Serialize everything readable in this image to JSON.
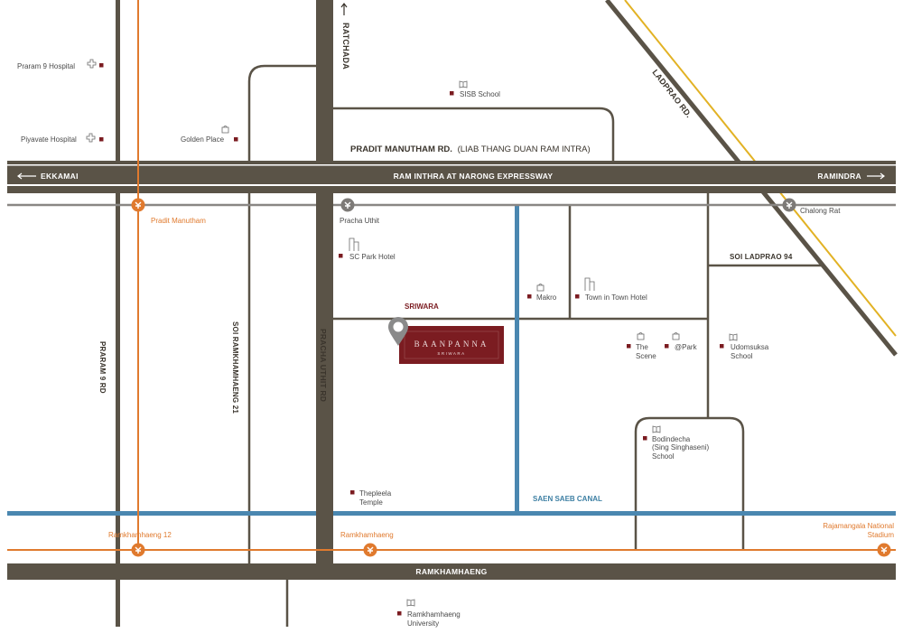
{
  "colors": {
    "road": "#5a5347",
    "rail": "#e07a2e",
    "grey_line": "#8a8784",
    "canal": "#4a87b0",
    "yellow_line": "#e2b224",
    "brand": "#7b1c21",
    "marker": "#7b1c21"
  },
  "roads": {
    "ratchada": "RATCHADA",
    "ladprao": "LADPRAO RD.",
    "pradit_manutham_main": "PRADIT MANUTHAM RD.",
    "pradit_manutham_sub": "(LIAB THANG DUAN RAM INTRA)",
    "expressway": "RAM INTHRA AT NARONG EXPRESSWAY",
    "ekkamai": "EKKAMAI",
    "ramindra": "RAMINDRA",
    "soi_ladprao_94": "SOI LADPRAO 94",
    "sriwara": "SRIWARA",
    "praram_9": "PRARAM 9 RD",
    "soi_ramkhamhaeng_21": "SOI RAMKHAMHAENG 21",
    "pracha_uthit": "PRACHA UTHIT RD",
    "saen_saeb": "SAEN SAEB CANAL",
    "ramkhamhaeng": "RAMKHAMHAENG"
  },
  "stations": {
    "pradit_manutham": "Pradit Manutham",
    "pracha_uthit": "Pracha Uthit",
    "chalong_rat": "Chalong Rat",
    "ramkhamhaeng_12": "Ramkhamhaeng 12",
    "ramkhamhaeng": "Ramkhamhaeng",
    "rajamangala_1": "Rajamangala National",
    "rajamangala_2": "Stadium"
  },
  "places": {
    "praram9_hospital": "Praram 9 Hospital",
    "piyavate_hospital": "Piyavate Hospital",
    "golden_place": "Golden Place",
    "sisb_school": "SISB School",
    "sc_park": "SC Park Hotel",
    "makro": "Makro",
    "town_in_town": "Town in Town Hotel",
    "the_scene_1": "The",
    "the_scene_2": "Scene",
    "at_park": "@Park",
    "udomsuksa_1": "Udomsuksa",
    "udomsuksa_2": "School",
    "bodindecha_1": "Bodindecha",
    "bodindecha_2": "(Sing Singhaseni)",
    "bodindecha_3": "School",
    "thepleela_1": "Thepleela",
    "thepleela_2": "Temple",
    "ramkhamhaeng_uni_1": "Ramkhamhaeng",
    "ramkhamhaeng_uni_2": "University"
  },
  "project": {
    "name": "BAANPANNA",
    "sub": "SRIWARA"
  },
  "icons": {
    "hospital": "hospital-cross-icon",
    "shopping": "shopping-bag-icon",
    "school": "book-icon",
    "hotel": "building-icon",
    "station": "train-station-icon",
    "pin": "location-pin-icon"
  }
}
